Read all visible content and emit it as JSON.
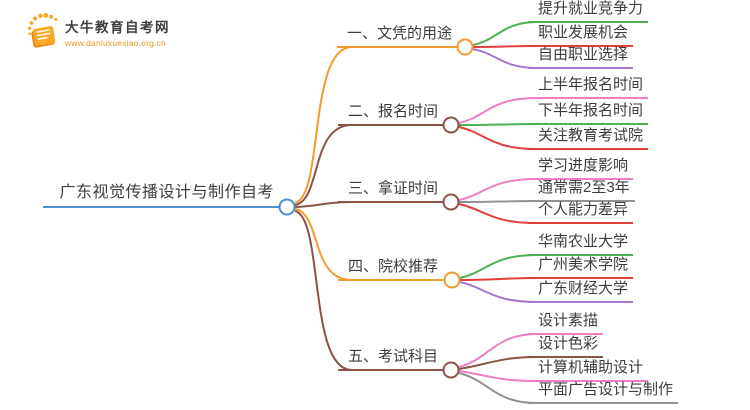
{
  "logo": {
    "title": "大牛教育自考网",
    "url": "www.daniuxuexiao.org.cn"
  },
  "root": {
    "label": "广东视觉传播设计与制作自考",
    "color": "#4a90d2"
  },
  "branches": [
    {
      "label": "一、文凭的用途",
      "color": "#f59b2e",
      "children": [
        {
          "label": "提升就业竞争力",
          "color": "#4db052"
        },
        {
          "label": "职业发展机会",
          "color": "#e0403c"
        },
        {
          "label": "自由职业选择",
          "color": "#a678cc"
        }
      ]
    },
    {
      "label": "二、报名时间",
      "color": "#8d5347",
      "children": [
        {
          "label": "上半年报名时间",
          "color": "#ee7fc2"
        },
        {
          "label": "下半年报名时间",
          "color": "#4db052"
        },
        {
          "label": "关注教育考试院",
          "color": "#e0403c"
        }
      ]
    },
    {
      "label": "三、拿证时间",
      "color": "#8d5347",
      "children": [
        {
          "label": "学习进度影响",
          "color": "#ee7fc2"
        },
        {
          "label": "通常需2至3年",
          "color": "#929292"
        },
        {
          "label": "个人能力差异",
          "color": "#e0403c"
        }
      ]
    },
    {
      "label": "四、院校推荐",
      "color": "#f59b2e",
      "children": [
        {
          "label": "华南农业大学",
          "color": "#4db052"
        },
        {
          "label": "广州美术学院",
          "color": "#e0403c"
        },
        {
          "label": "广东财经大学",
          "color": "#a678cc"
        }
      ]
    },
    {
      "label": "五、考试科目",
      "color": "#8d5347",
      "children": [
        {
          "label": "设计素描",
          "color": "#ee7fc2"
        },
        {
          "label": "设计色彩",
          "color": "#8d5347"
        },
        {
          "label": "计算机辅助设计",
          "color": "#ee7fc2"
        },
        {
          "label": "平面广告设计与制作",
          "color": "#929292"
        }
      ]
    }
  ],
  "colors": {
    "root_blue": "#4a90d2",
    "orange": "#f59b2e",
    "brown": "#8d5347",
    "green": "#4db052",
    "red": "#e0403c",
    "purple": "#a678cc",
    "pink": "#ee7fc2",
    "gray": "#929292",
    "text": "#3d3d3d",
    "logo_orange": "#f29c1f"
  }
}
